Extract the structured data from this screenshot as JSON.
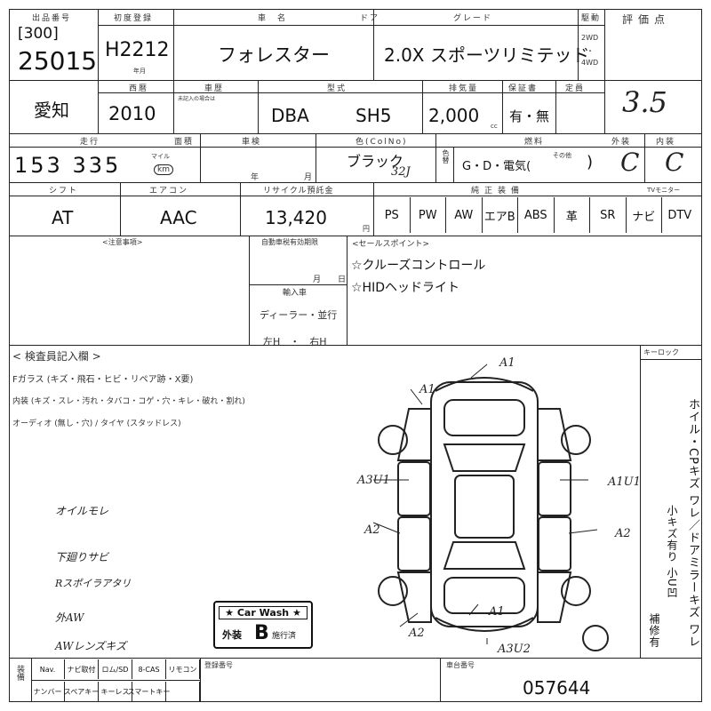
{
  "header": {
    "auction_label": "出品番号",
    "lot_code": "[300]",
    "lot_number": "25015",
    "first_reg_label": "初度登録",
    "first_reg": "H2212",
    "first_reg_sub": "年月",
    "name_label": "車　名",
    "name": "フォレスター",
    "door_label": "ドア",
    "grade_label": "グレード",
    "grade": "2.0X スポーツリミテッド",
    "drive_label": "駆動",
    "drive_2wd": "2WD",
    "drive_dot": "・",
    "drive_4wd": "4WD",
    "score_label": "評価点",
    "score": "3.5"
  },
  "row2": {
    "region": "愛知",
    "year_label": "西暦",
    "year": "2010",
    "rank_label": "車歴",
    "rank_sub": "未記入の場合は",
    "model_label": "型式",
    "model_prefix": "DBA",
    "model": "SH5",
    "disp_label": "排気量",
    "displacement": "2,000",
    "disp_unit": "cc",
    "record_label": "保証書",
    "record": "有・無",
    "capacity_label": "定員"
  },
  "row3": {
    "mileage_label": "走行",
    "mileage_unit_label": "面積",
    "mileage": "153 335",
    "mile_unit": "マイル",
    "km_unit": "km",
    "inspection_label": "車検",
    "year_unit": "年",
    "month_unit": "月",
    "color_label": "色(ColNo)",
    "color": "ブラック",
    "color_code": "32J",
    "color_side": "色替",
    "fuel_label": "燃料",
    "fuel": "G・D・電気(",
    "fuel_other": "その他",
    "fuel_close": ")",
    "exterior_label": "外装",
    "exterior": "C",
    "interior_label": "内装",
    "interior": "C"
  },
  "row4": {
    "shift_label": "シフト",
    "shift": "AT",
    "ac_label": "エアコン",
    "ac": "AAC",
    "recycle_label": "リサイクル預託金",
    "recycle": "13,420",
    "recycle_unit": "円",
    "equip_label": "純正装備",
    "equipment": [
      "PS",
      "PW",
      "AW",
      "エアB",
      "ABS",
      "革",
      "SR",
      "ナビ",
      "DTV"
    ],
    "extra_label": "TVモニター"
  },
  "row5": {
    "notes_label": "<注意事項>",
    "deadline_label": "自動車税有効期限",
    "deadline_month": "月",
    "deadline_day": "日",
    "import_label": "輸入車",
    "import_type": "ディーラー・並行",
    "steering": "左H　・　右H",
    "sales_label": "<セールスポイント>",
    "sales_points": [
      "☆クルーズコントロール",
      "☆HIDヘッドライト"
    ]
  },
  "inspector": {
    "title": "< 検査員記入欄 >",
    "glass": "Fガラス (キズ・飛石・ヒビ・リペア跡・X要)",
    "interior": "内装 (キズ・スレ・汚れ・タバコ・コゲ・穴・キレ・破れ・割れ)",
    "audio": "オーディオ (無し・穴) / タイヤ (スタッドレス)",
    "hand_notes": [
      "オイルモレ",
      "下廻りサビ",
      "Rスポイラアタリ",
      "外AW",
      "AWレンズキズ"
    ],
    "right_label": "キーロック",
    "vertical_1": "ホイル・CPキズ ワレ／ドアミラーキズ ワレ",
    "vertical_2": "小キズ有り 小U凹",
    "vertical_3": "補修有"
  },
  "diagram_marks": [
    "A1",
    "A1",
    "A3U1",
    "A1U1",
    "A2",
    "A2",
    "A1",
    "A2",
    "A3U2"
  ],
  "stamp": {
    "top": "★ Car Wash ★",
    "left": "外装",
    "grade": "B",
    "right": "施行済"
  },
  "footer": {
    "side_label": "装備",
    "codes_row1": [
      "Nav.",
      "ナビ取付",
      "ロム/SD",
      "8-CAS",
      "リモコン"
    ],
    "codes_row2": [
      "ナンバー",
      "スペアキー",
      "キーレス",
      "スマートキー",
      ""
    ],
    "reg_label": "登録番号",
    "chassis_label": "車台番号",
    "chassis": "057644"
  }
}
